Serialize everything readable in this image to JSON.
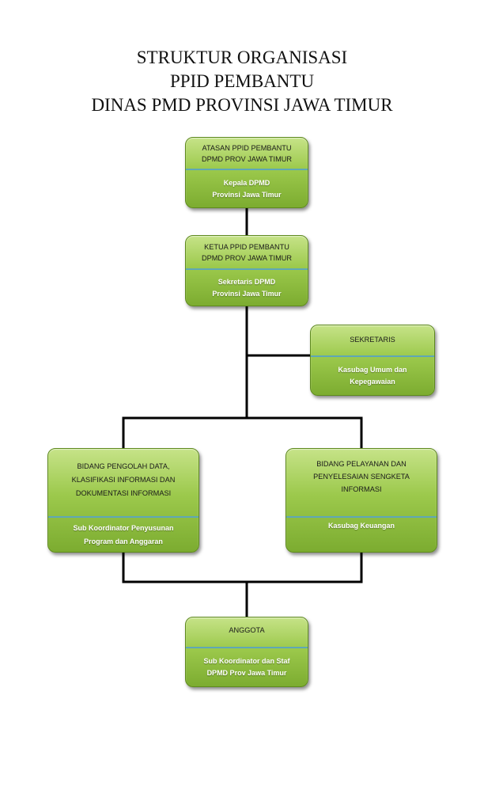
{
  "title": {
    "line1": "STRUKTUR ORGANISASI",
    "line2": "PPID PEMBANTU",
    "line3": "DINAS PMD PROVINSI JAWA TIMUR"
  },
  "boxes": {
    "atasan": {
      "head": [
        "ATASAN PPID PEMBANTU",
        "DPMD PROV JAWA TIMUR"
      ],
      "body": [
        "Kepala DPMD",
        "Provinsi Jawa Timur"
      ]
    },
    "ketua": {
      "head": [
        "KETUA PPID PEMBANTU",
        "DPMD PROV JAWA TIMUR"
      ],
      "body": [
        "Sekretaris DPMD",
        "Provinsi Jawa Timur"
      ]
    },
    "sekretaris": {
      "head": [
        "SEKRETARIS"
      ],
      "body": [
        "Kasubag Umum dan",
        "Kepegawaian"
      ]
    },
    "bidang_pengolah": {
      "head": [
        "BIDANG PENGOLAH DATA,",
        "KLASIFIKASI INFORMASI DAN",
        "DOKUMENTASI INFORMASI"
      ],
      "body": [
        "Sub Koordinator Penyusunan",
        "Program dan Anggaran"
      ]
    },
    "bidang_pelayanan": {
      "head": [
        "BIDANG PELAYANAN DAN",
        "PENYELESAIAN SENGKETA",
        "INFORMASI"
      ],
      "body": [
        "Kasubag Keuangan"
      ]
    },
    "anggota": {
      "head": [
        "ANGGOTA"
      ],
      "body": [
        "Sub Koordinator dan Staf",
        "DPMD Prov Jawa Timur"
      ]
    }
  },
  "colors": {
    "box_gradient_top": "#c6e388",
    "box_gradient_bottom": "#7cac30",
    "separator": "#5fa7b6",
    "connector": "#000000"
  }
}
